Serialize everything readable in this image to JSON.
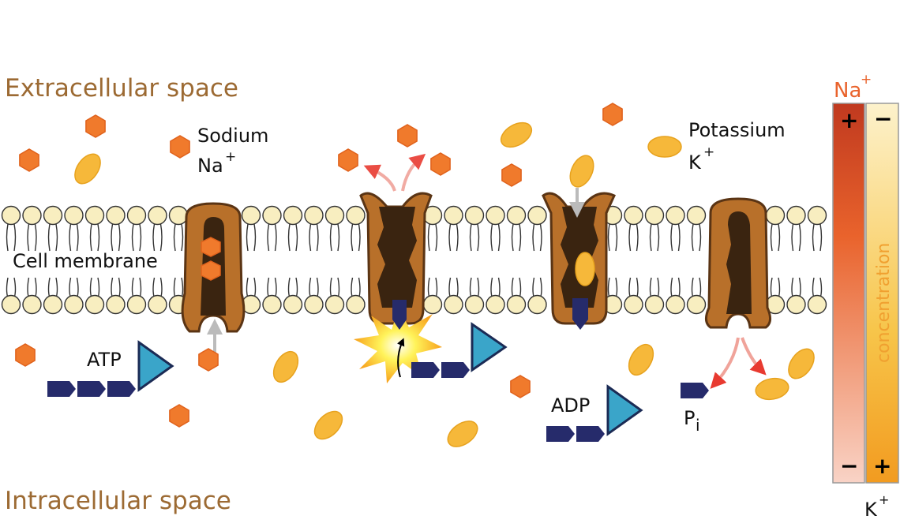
{
  "regions": {
    "extracellular": "Extracellular space",
    "intracellular": "Intracellular space",
    "membrane": "Cell membrane"
  },
  "labels": {
    "sodium": "Sodium",
    "sodium_symbol": "Na",
    "potassium": "Potassium",
    "potassium_symbol": "K",
    "charge": "+",
    "atp": "ATP",
    "adp": "ADP",
    "phosphate": "P",
    "phosphate_sub": "i"
  },
  "concentration_bar": {
    "title": "concentration",
    "na_label": "Na",
    "k_label": "K",
    "charge": "+",
    "plus": "+",
    "minus": "−"
  },
  "colors": {
    "sodium_ion": "#f07a2c",
    "potassium_ion": "#f6b83a",
    "pump": "#b8702a",
    "pump_dark": "#3a2410",
    "phosphate": "#262b6b",
    "atp_triangle": "#3aa5c9",
    "lipid_head": "#f8eec0",
    "region_text": "#9c6a33",
    "na_gradient_top": "#c0391f",
    "k_gradient_bottom": "#f29b20"
  }
}
